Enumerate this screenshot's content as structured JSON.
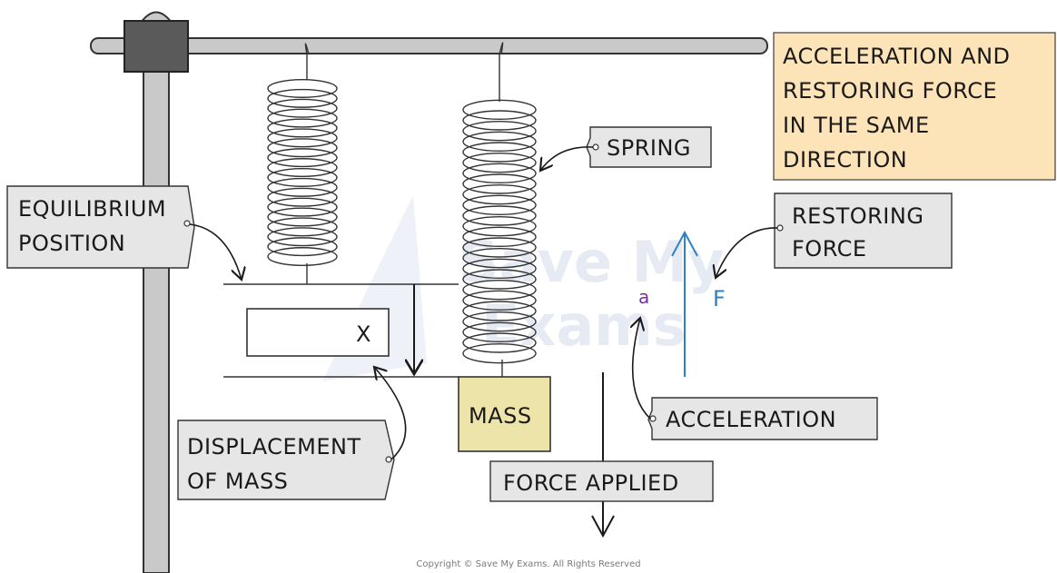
{
  "labels": {
    "acceleration_and_restoring_1": "ACCELERATION AND",
    "acceleration_and_restoring_2": "RESTORING FORCE",
    "acceleration_and_restoring_3": "IN THE SAME",
    "acceleration_and_restoring_4": "DIRECTION",
    "spring": "SPRING",
    "equilibrium_1": "EQUILIBRIUM",
    "equilibrium_2": "POSITION",
    "restoring_1": "RESTORING",
    "restoring_2": "FORCE",
    "displacement_symbol": "X",
    "a_symbol": "a",
    "f_symbol": "F",
    "mass": "MASS",
    "acceleration": "ACCELERATION",
    "displacement_1": "DISPLACEMENT",
    "displacement_2": "OF MASS",
    "force_applied": "FORCE APPLIED"
  },
  "watermark": {
    "line1": "Save My",
    "line2": "Exams"
  },
  "copyright": "Copyright © Save My Exams. All Rights Reserved",
  "colors": {
    "highlight_box": "#fde3b8",
    "label_box": "#e6e6e6",
    "mass_box": "#ede4a9",
    "stand": "#c9c9c9",
    "clamp": "#5a5a5a",
    "force_arrow": "#2f80c4",
    "accel_symbol": "#7a2fa8"
  }
}
